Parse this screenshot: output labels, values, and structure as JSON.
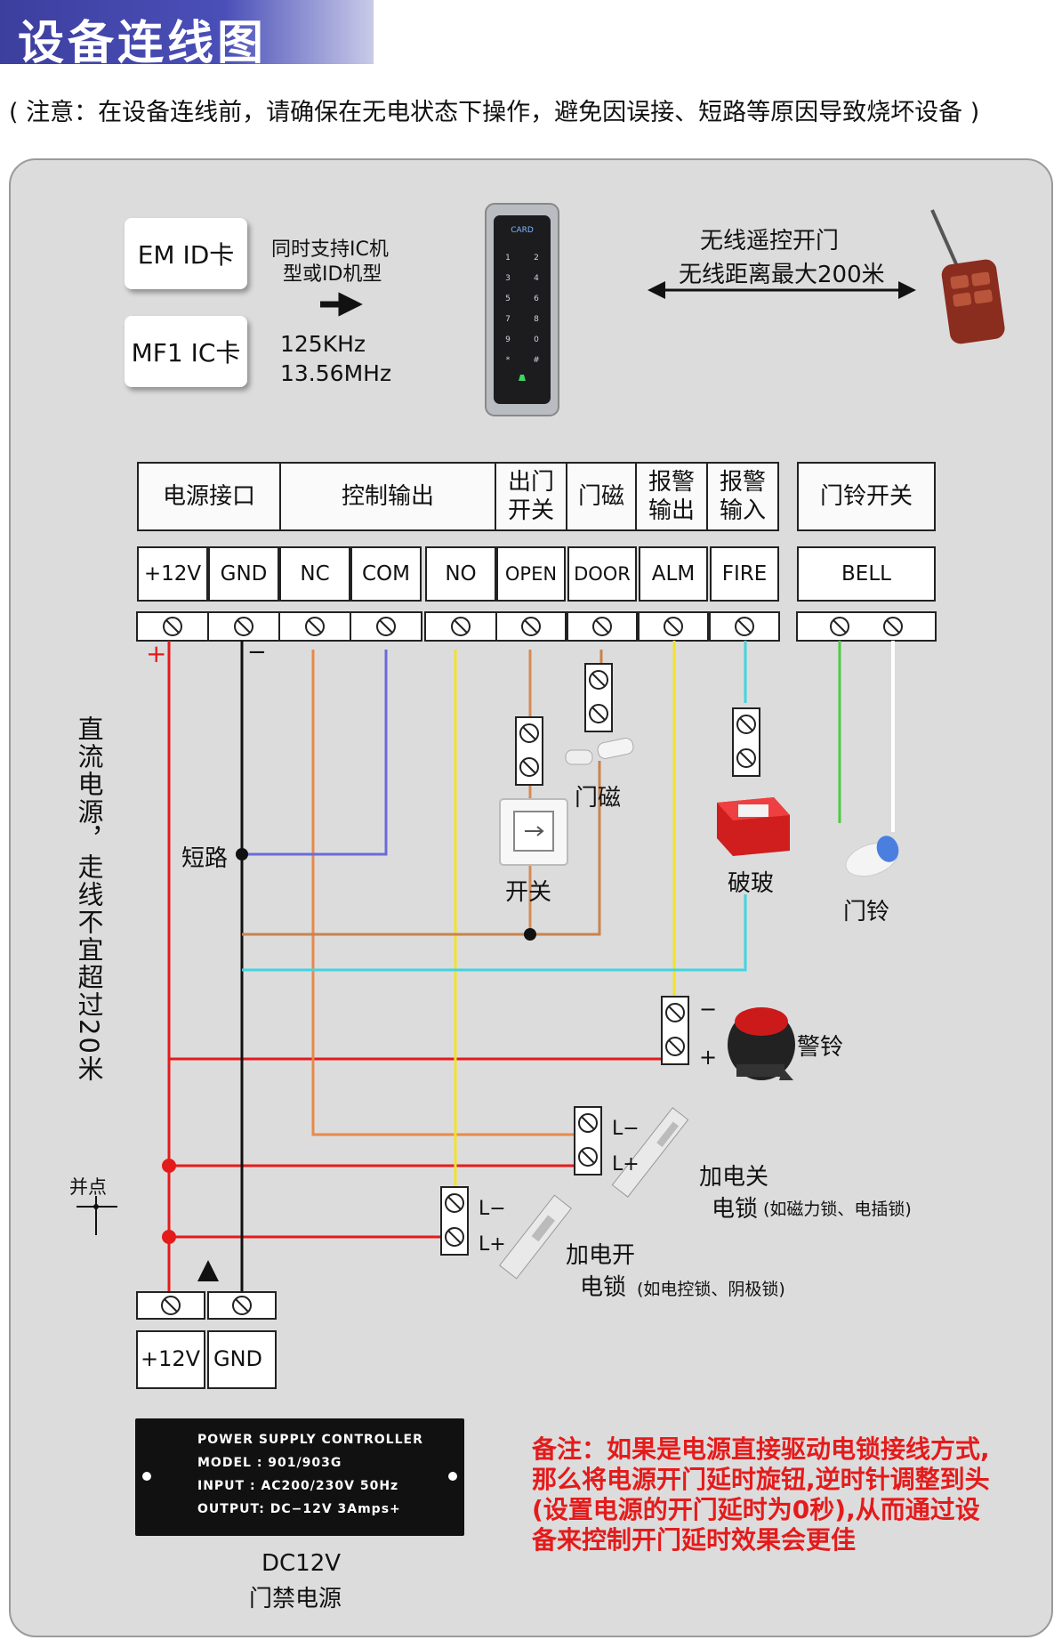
{
  "title": "设备连线图",
  "notice": "( 注意：在设备连线前，请确保在无电状态下操作，避免因误接、短路等原因导致烧坏设备 )",
  "cards": {
    "em": "EM ID卡",
    "mf": "MF1 IC卡"
  },
  "support_text": {
    "line1": "同时支持IC机",
    "line2": "型或ID机型"
  },
  "frequencies": {
    "f1": "125KHz",
    "f2": "13.56MHz"
  },
  "keypad": {
    "card_label": "CARD",
    "keys": [
      "1",
      "2",
      "3",
      "4",
      "5",
      "6",
      "7",
      "8",
      "9",
      "0",
      "*",
      "#"
    ]
  },
  "wireless": {
    "line1": "无线遥控开门",
    "line2": "无线距离最大200米"
  },
  "headers": {
    "power": "电源接口",
    "control": "控制输出",
    "exit_1": "出门",
    "exit_2": "开关",
    "door": "门磁",
    "alarm_out_1": "报警",
    "alarm_out_2": "输出",
    "alarm_in_1": "报警",
    "alarm_in_2": "输入",
    "bell": "门铃开关"
  },
  "terminals": {
    "p12v": "+12V",
    "gnd": "GND",
    "nc": "NC",
    "com": "COM",
    "no": "NO",
    "open": "OPEN",
    "door": "DOOR",
    "alm": "ALM",
    "fire": "FIRE",
    "bell": "BELL"
  },
  "polarity": {
    "plus": "+",
    "minus": "−"
  },
  "labels": {
    "short": "短路",
    "switch": "开关",
    "door_sensor": "门磁",
    "breakglass": "破玻",
    "doorbell": "门铃",
    "alarm_bell": "警铃",
    "junction": "并点",
    "lminus": "L−",
    "lplus": "L+",
    "lock_nc_1": "加电关",
    "lock_nc_2": "电锁",
    "lock_nc_note": "(如磁力锁、电插锁)",
    "lock_no_1": "加电开",
    "lock_no_2": "电锁",
    "lock_no_note": "(如电控锁、阴极锁)",
    "vertical": "直流电源，走线不宜超过20米"
  },
  "psu": {
    "line1": "POWER SUPPLY CONTROLLER",
    "line2": "MODEL : 901/903G",
    "line3": "INPUT  : AC200/230V   50Hz",
    "line4": "OUTPUT: DC−12V  3Amps+",
    "caption1": "DC12V",
    "caption2": "门禁电源",
    "p12v": "+12V",
    "gnd": "GND"
  },
  "remark": "备注：如果是电源直接驱动电锁接线方式,那么将电源开门延时旋钮,逆时针调整到头(设置电源的开门延时为0秒),从而通过设备来控制开门延时效果会更佳",
  "colors": {
    "red": "#e41b1b",
    "black": "#111111",
    "orange": "#e8894a",
    "purple": "#6b6bd6",
    "yellow": "#f2e22a",
    "tan": "#d68a55",
    "brown": "#c8834d",
    "cyan": "#3fd6e0",
    "green": "#4ccc3e",
    "white": "#ffffff"
  }
}
